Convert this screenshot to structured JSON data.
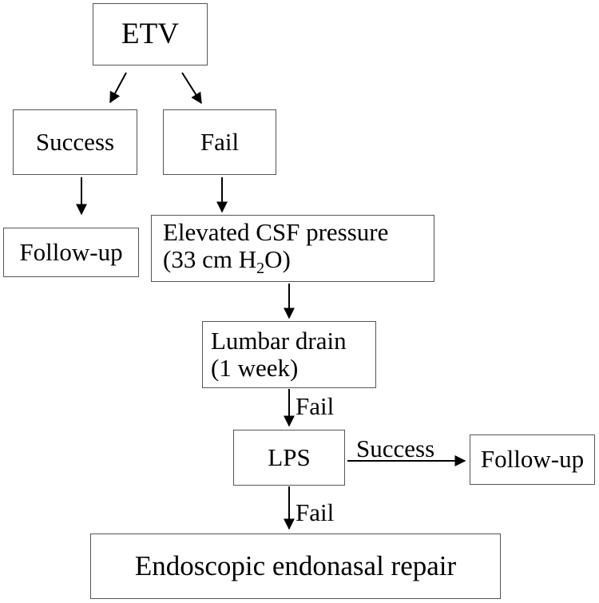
{
  "nodes": {
    "etv": {
      "label": "ETV"
    },
    "success": {
      "label": "Success"
    },
    "fail": {
      "label": "Fail"
    },
    "follow_up_1": {
      "label": "Follow-up"
    },
    "csf": {
      "line1": "Elevated CSF pressure",
      "line2_pre": "(33 cm H",
      "line2_sub": "2",
      "line2_post": "O)"
    },
    "lumbar": {
      "line1": "Lumbar drain",
      "line2": "(1 week)"
    },
    "lps": {
      "label": "LPS"
    },
    "follow_up_2": {
      "label": "Follow-up"
    },
    "repair": {
      "label": "Endoscopic endonasal repair"
    }
  },
  "edge_labels": {
    "lumbar_to_lps": "Fail",
    "lps_to_followup": "Success",
    "lps_to_repair": "Fail"
  }
}
